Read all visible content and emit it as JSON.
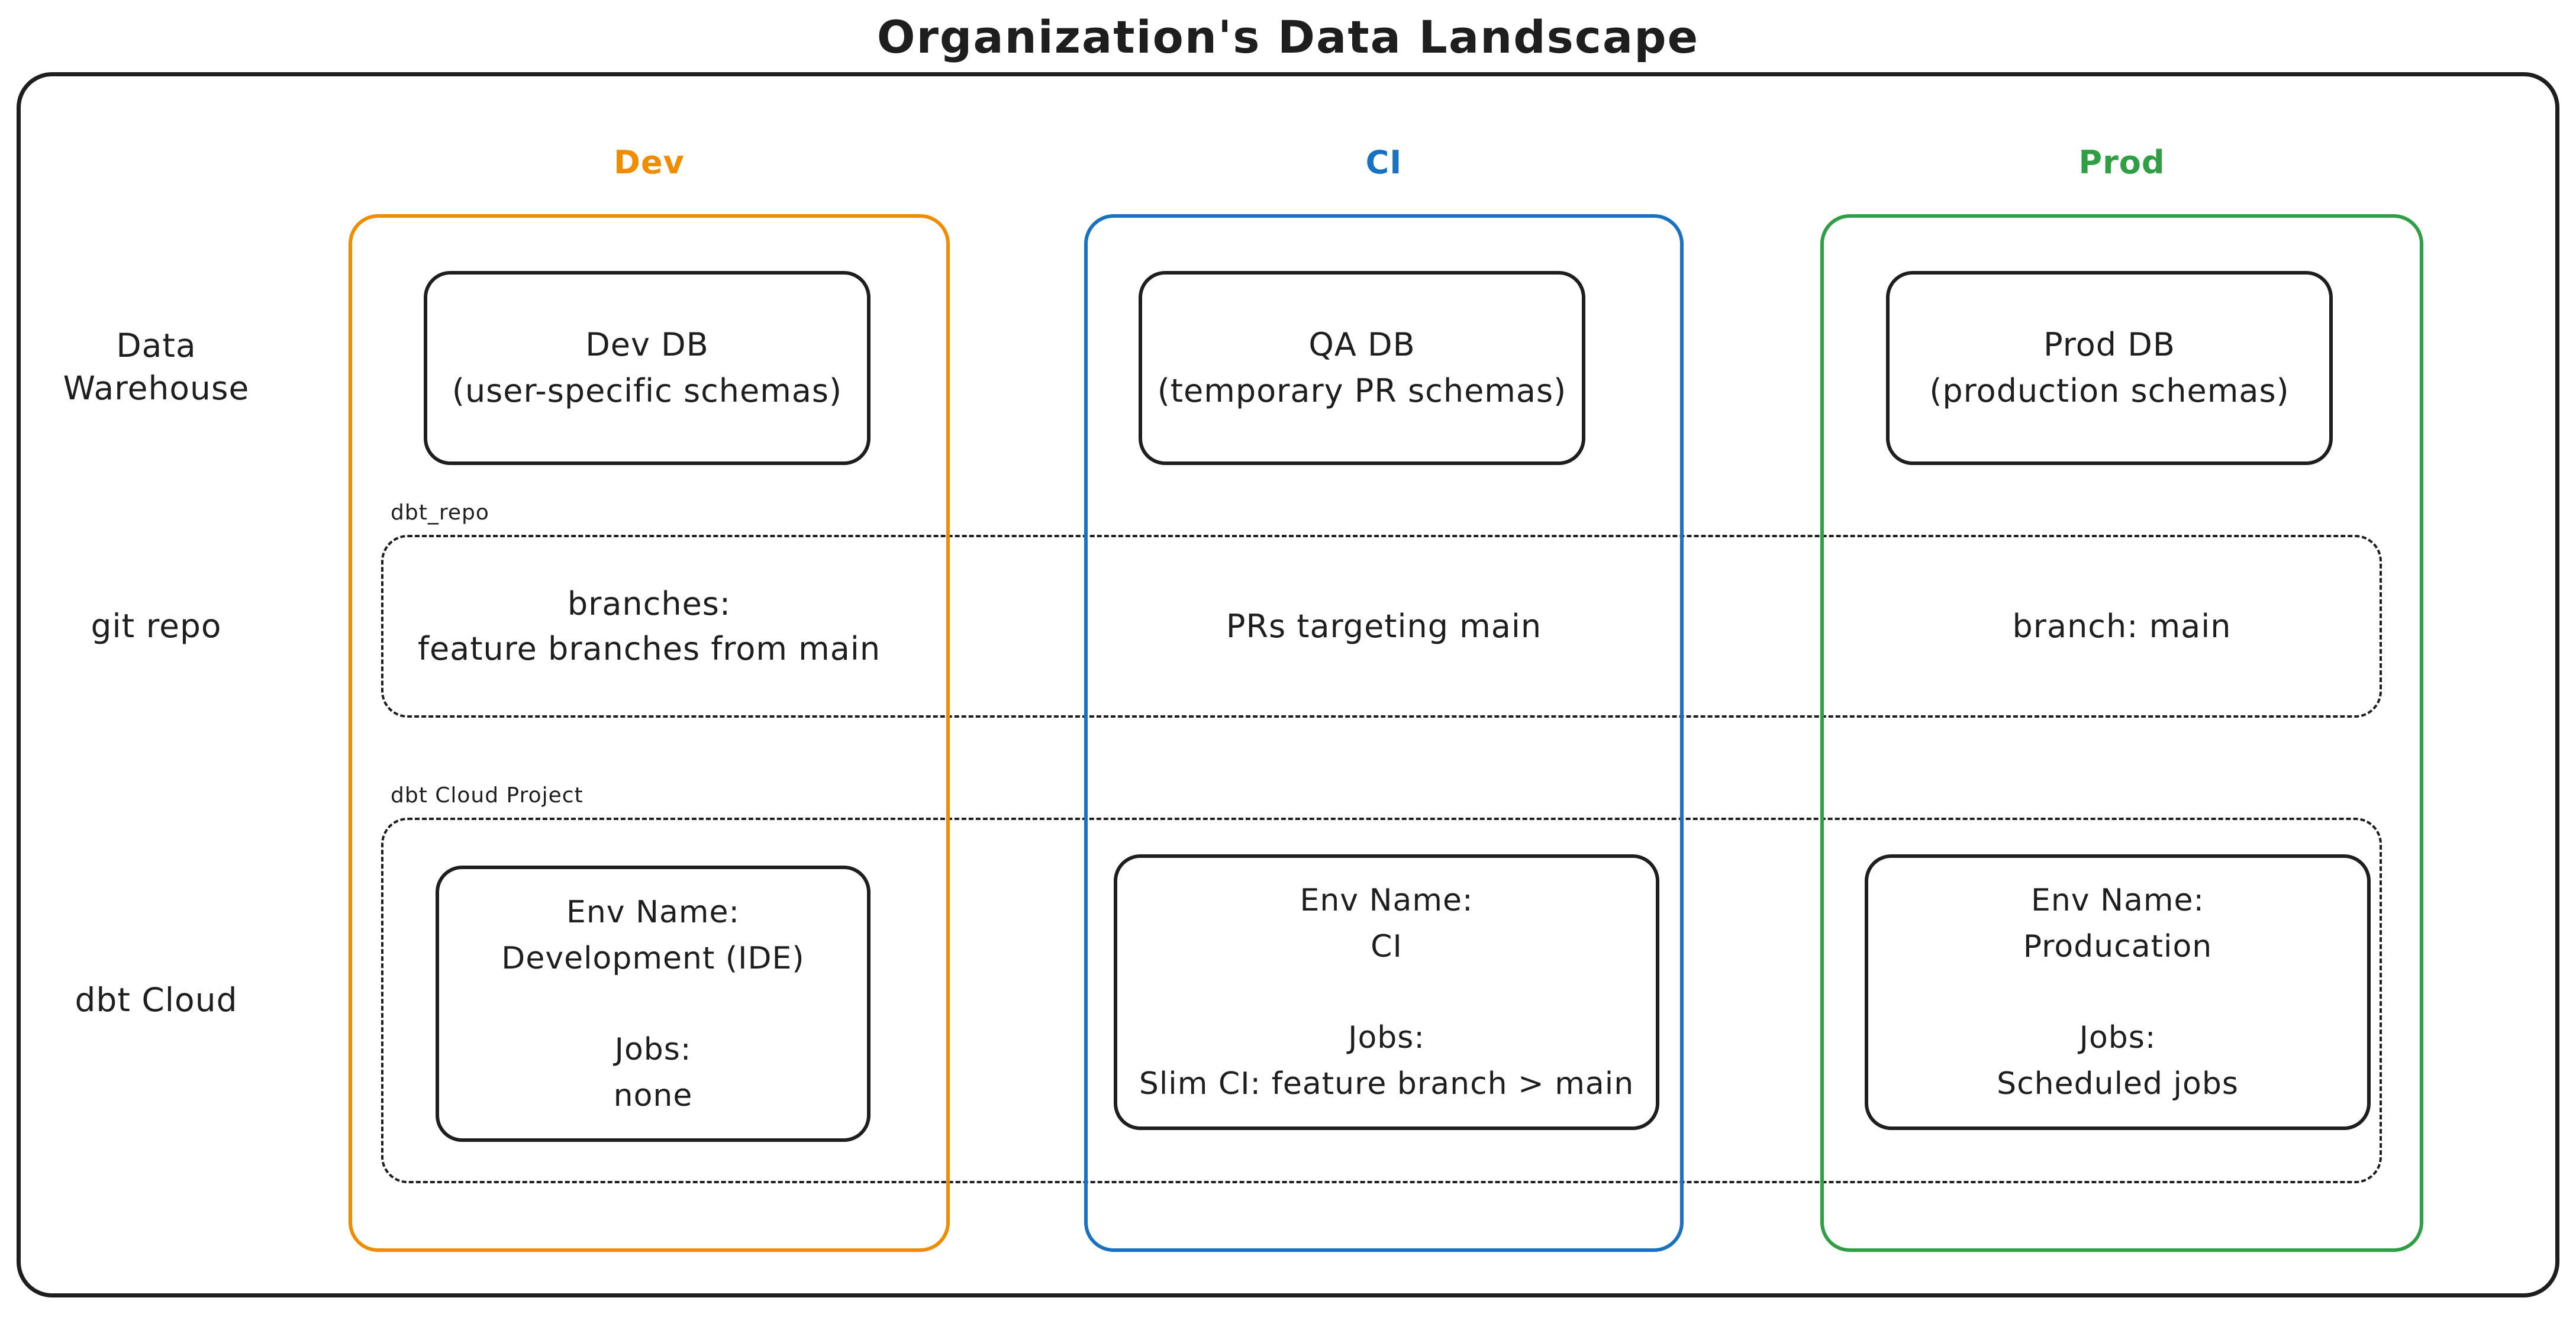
{
  "title": "Organization's Data Landscape",
  "colors": {
    "dev": "#f08c00",
    "ci": "#1971c2",
    "prod": "#2f9e44",
    "ink": "#1e1e1e"
  },
  "row_labels": {
    "data_warehouse": "Data Warehouse",
    "git_repo": "git repo",
    "dbt_cloud": "dbt Cloud"
  },
  "group_boxes": {
    "git_repo_label": "dbt_repo",
    "dbt_cloud_label": "dbt Cloud Project"
  },
  "columns": [
    {
      "header": "Dev",
      "db": [
        "Dev DB",
        "(user-specific schemas)"
      ],
      "git": [
        "branches:",
        "feature branches from main"
      ],
      "cloud": {
        "env_label": "Env Name:",
        "env_name": "Development (IDE)",
        "jobs_label": "Jobs:",
        "jobs": "none"
      }
    },
    {
      "header": "CI",
      "db": [
        "QA DB",
        "(temporary PR schemas)"
      ],
      "git": [
        "PRs targeting main"
      ],
      "cloud": {
        "env_label": "Env Name:",
        "env_name": "CI",
        "jobs_label": "Jobs:",
        "jobs": "Slim CI: feature branch > main"
      }
    },
    {
      "header": "Prod",
      "db": [
        "Prod DB",
        "(production schemas)"
      ],
      "git": [
        "branch: main"
      ],
      "cloud": {
        "env_label": "Env Name:",
        "env_name": "Producation",
        "jobs_label": "Jobs:",
        "jobs": "Scheduled jobs"
      }
    }
  ]
}
